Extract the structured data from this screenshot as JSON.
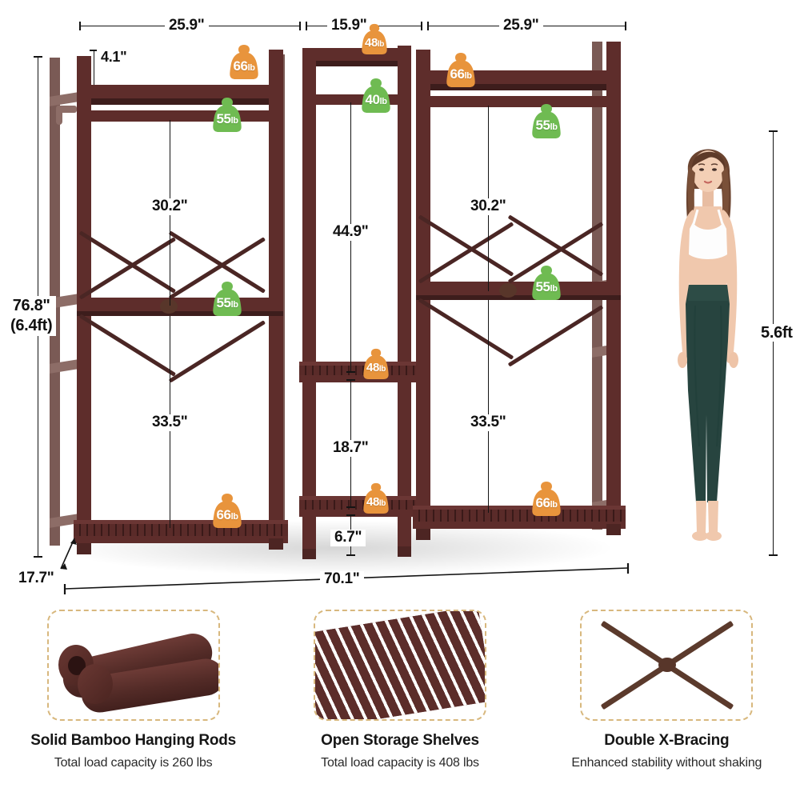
{
  "product": {
    "type": "bamboo-clothing-rack-dimension-infographic"
  },
  "dimensions": {
    "top_left_width": "25.9\"",
    "top_center_width": "15.9\"",
    "top_right_width": "25.9\"",
    "top_rail_gap": "4.1\"",
    "left_hang_upper": "30.2\"",
    "right_hang_upper": "30.2\"",
    "center_hang": "44.9\"",
    "left_hang_lower": "33.5\"",
    "right_hang_lower": "33.5\"",
    "center_mid_gap": "18.7\"",
    "center_bottom_gap": "6.7\"",
    "overall_height": "76.8\"",
    "overall_height_feet": "(6.4ft)",
    "overall_depth": "17.7\"",
    "overall_width": "70.1\"",
    "person_height": "5.6ft"
  },
  "badges": [
    {
      "id": "left-top-shelf",
      "value": "66",
      "unit": "lb",
      "color": "#E8943C"
    },
    {
      "id": "center-top-shelf",
      "value": "48",
      "unit": "lb",
      "color": "#E8943C"
    },
    {
      "id": "right-top-shelf",
      "value": "66",
      "unit": "lb",
      "color": "#E8943C"
    },
    {
      "id": "left-upper-rod",
      "value": "55",
      "unit": "lb",
      "color": "#6FBB52"
    },
    {
      "id": "center-upper-rod",
      "value": "40",
      "unit": "lb",
      "color": "#6FBB52"
    },
    {
      "id": "right-upper-rod",
      "value": "55",
      "unit": "lb",
      "color": "#6FBB52"
    },
    {
      "id": "left-middle-rod",
      "value": "55",
      "unit": "lb",
      "color": "#6FBB52"
    },
    {
      "id": "right-middle-rod",
      "value": "55",
      "unit": "lb",
      "color": "#6FBB52"
    },
    {
      "id": "center-middle-shelf",
      "value": "48",
      "unit": "lb",
      "color": "#E8943C"
    },
    {
      "id": "center-lower-shelf",
      "value": "48",
      "unit": "lb",
      "color": "#E8943C"
    },
    {
      "id": "left-bottom-shelf",
      "value": "66",
      "unit": "lb",
      "color": "#E8943C"
    },
    {
      "id": "right-bottom-shelf",
      "value": "66",
      "unit": "lb",
      "color": "#E8943C"
    }
  ],
  "features": [
    {
      "icon": "bamboo-rod-icon",
      "title": "Solid Bamboo Hanging Rods",
      "subtitle": "Total load capacity is 260 lbs"
    },
    {
      "icon": "slatted-shelf-icon",
      "title": "Open Storage Shelves",
      "subtitle": "Total load capacity is 408 lbs"
    },
    {
      "icon": "x-brace-icon",
      "title": "Double X-Bracing",
      "subtitle": "Enhanced stability without shaking"
    }
  ],
  "colors": {
    "wood": "#5e2d2b",
    "wood_dark": "#3d1d1c",
    "wood_light": "#7a5a55",
    "badge_orange": "#E8943C",
    "badge_green": "#6FBB52",
    "dashed_border": "#d8b87e",
    "background": "#ffffff"
  }
}
